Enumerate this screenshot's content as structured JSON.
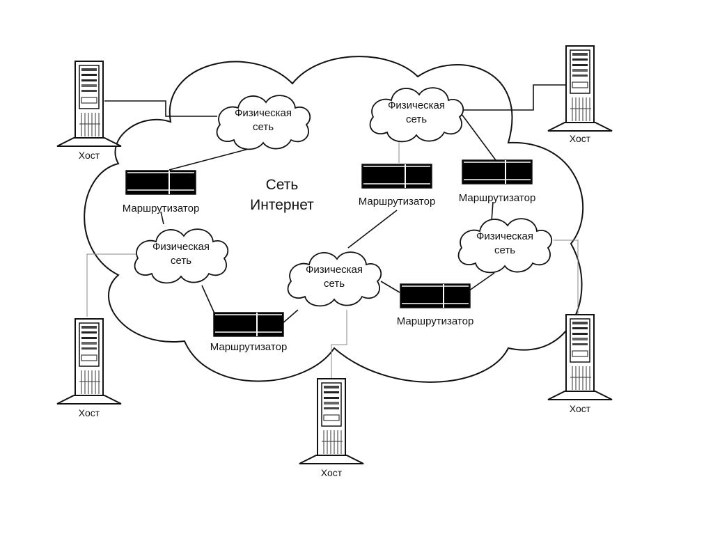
{
  "title": {
    "line1": "Сеть",
    "line2": "Интернет"
  },
  "physical_networks": [
    {
      "id": "pn1",
      "line1": "Физическая",
      "line2": "сеть"
    },
    {
      "id": "pn2",
      "line1": "Физическая",
      "line2": "сеть"
    },
    {
      "id": "pn3",
      "line1": "Физическая",
      "line2": "сеть"
    },
    {
      "id": "pn4",
      "line1": "Физическая",
      "line2": "сеть"
    },
    {
      "id": "pn5",
      "line1": "Физическая",
      "line2": "сеть"
    }
  ],
  "routers": [
    {
      "id": "r1",
      "label": "Маршрутизатор"
    },
    {
      "id": "r2",
      "label": "Маршрутизатор"
    },
    {
      "id": "r3",
      "label": "Маршрутизатор"
    },
    {
      "id": "r4",
      "label": "Маршрутизатор"
    },
    {
      "id": "r5",
      "label": "Маршрутизатор"
    }
  ],
  "hosts": [
    {
      "id": "h1",
      "label": "Хост"
    },
    {
      "id": "h2",
      "label": "Хост"
    },
    {
      "id": "h3",
      "label": "Хост"
    },
    {
      "id": "h4",
      "label": "Хост"
    },
    {
      "id": "h5",
      "label": "Хост"
    }
  ],
  "colors": {
    "line": "#111111",
    "fill": "#ffffff",
    "router_body": "#000000"
  }
}
